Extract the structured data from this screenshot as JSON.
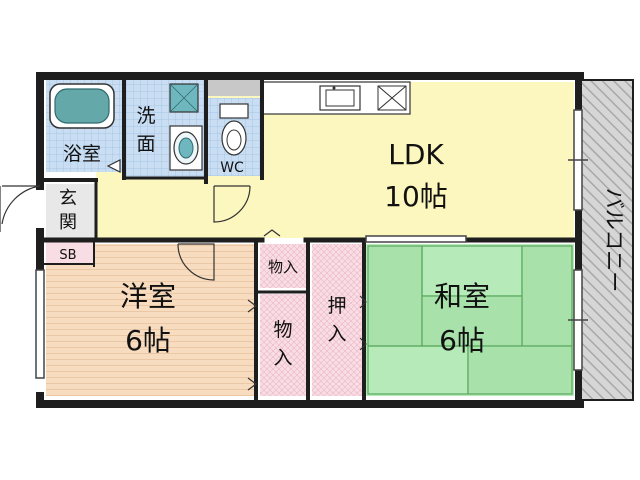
{
  "rooms": {
    "ldk": {
      "name": "LDK",
      "size": "10帖"
    },
    "western": {
      "name": "洋室",
      "size": "6帖"
    },
    "japanese": {
      "name": "和室",
      "size": "6帖"
    },
    "bath": {
      "name": "浴室"
    },
    "washroom": {
      "name_line1": "洗",
      "name_line2": "面"
    },
    "wc": {
      "name": "WC"
    },
    "entrance": {
      "name_line1": "玄",
      "name_line2": "関"
    },
    "shoebox": {
      "name": "SB"
    },
    "closet_upper": {
      "name": "物入"
    },
    "closet_lower": {
      "name_line1": "物",
      "name_line2": "入"
    },
    "oshiire": {
      "name_line1": "押",
      "name_line2": "入"
    },
    "balcony": {
      "name": "バルコニー"
    }
  },
  "colors": {
    "ldk": "#fbf7be",
    "western": "#f8dcc0",
    "japanese": "#b6eab8",
    "tatami": "#a8e2aa",
    "bath": "#c6dcf2",
    "closet": "#f9dfe6",
    "balcony": "#d3d3d3",
    "wall": "#1e1e1e"
  }
}
